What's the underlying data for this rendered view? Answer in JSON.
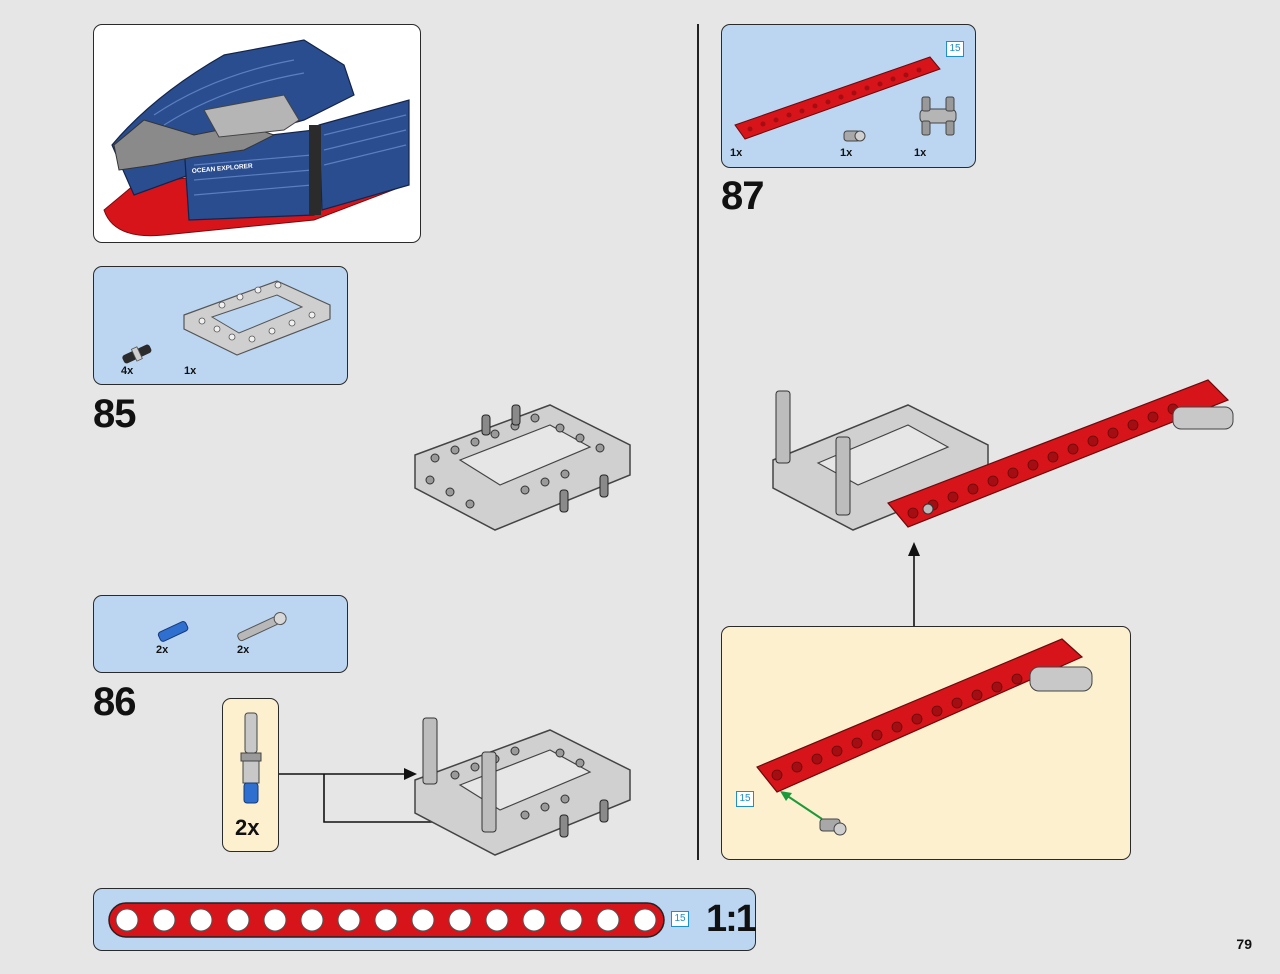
{
  "model_preview": {
    "hull_text": "OCEAN EXPLORER"
  },
  "step85": {
    "number": "85",
    "parts": [
      {
        "qty": "4x"
      },
      {
        "qty": "1x"
      }
    ]
  },
  "step86": {
    "number": "86",
    "parts": [
      {
        "qty": "2x"
      },
      {
        "qty": "2x"
      }
    ],
    "subassembly_qty": "2x"
  },
  "step87": {
    "number": "87",
    "parts": [
      {
        "qty": "1x",
        "length": "15"
      },
      {
        "qty": "1x"
      },
      {
        "qty": "1x"
      }
    ],
    "callout_length": "15"
  },
  "scale_bar": {
    "length": "15",
    "label": "1:1"
  },
  "page_number": "79",
  "colors": {
    "background": "#e6e6e6",
    "parts_panel": "#bcd6f2",
    "callout_panel": "#fdf0cf",
    "beam_red": "#d6141a",
    "frame_grey": "#c8c8c8",
    "hull_blue": "#2a4d8f",
    "pin_blue": "#2f6fd0"
  }
}
